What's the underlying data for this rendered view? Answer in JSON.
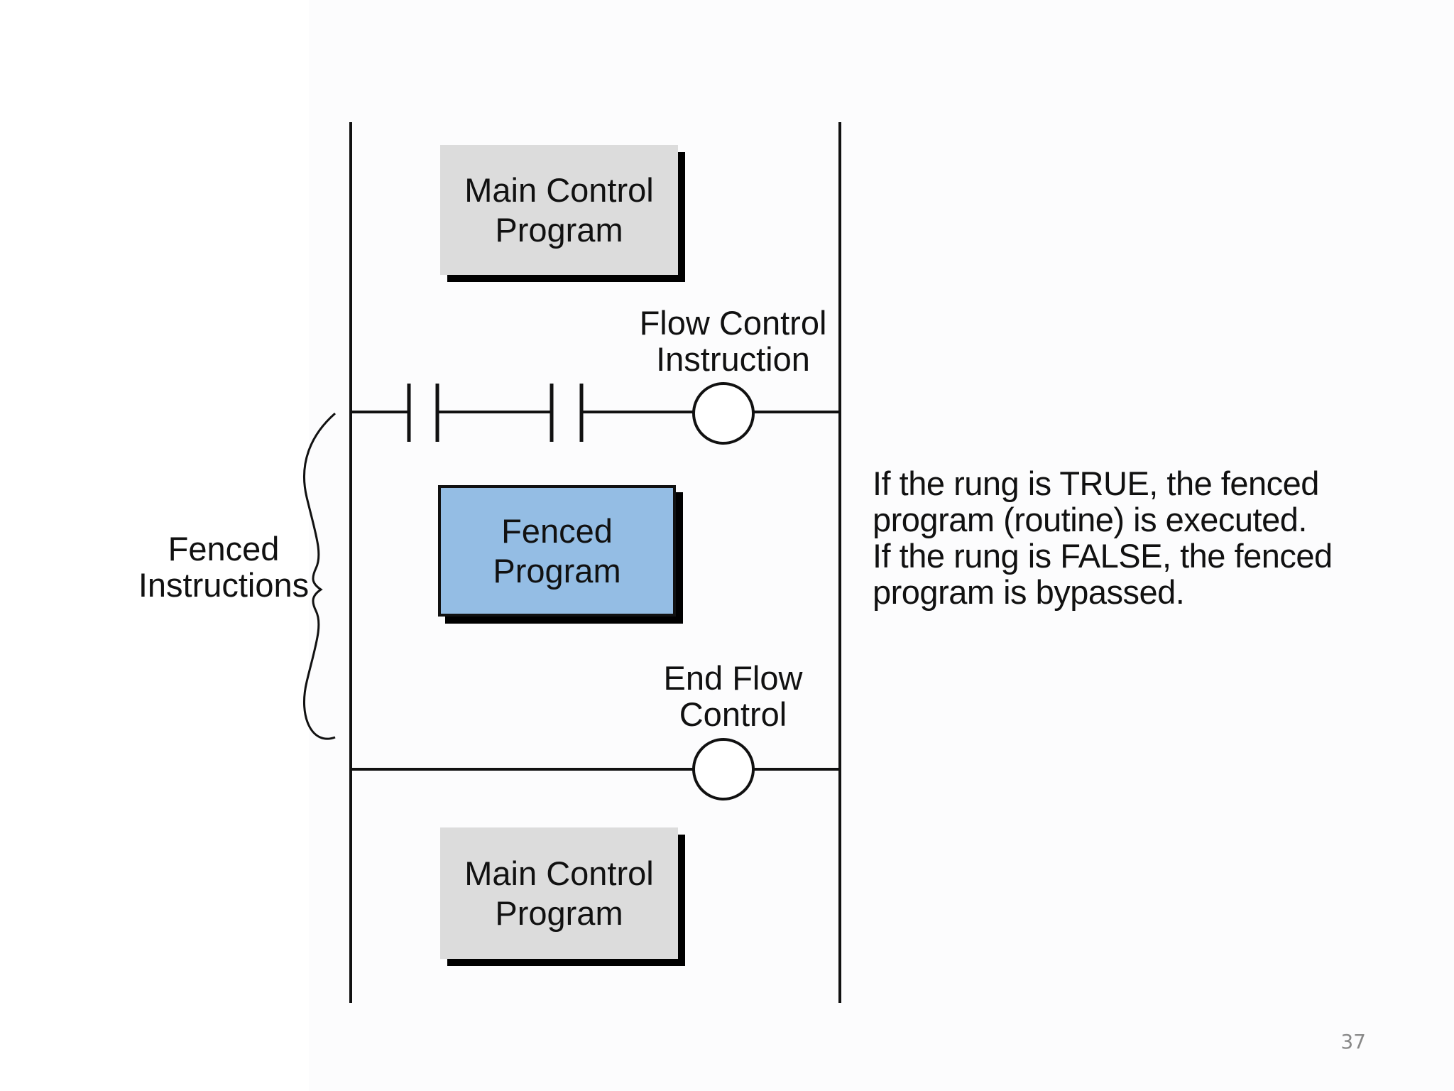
{
  "diagram": {
    "top_block": {
      "label": "Main Control\nProgram"
    },
    "flow_control_label": "Flow Control\nInstruction",
    "fenced_block": {
      "label": "Fenced\nProgram"
    },
    "end_flow_label": "End Flow\nControl",
    "bottom_block": {
      "label": "Main Control\nProgram"
    },
    "fenced_instructions_label": "Fenced\nInstructions",
    "note": "If the rung is TRUE, the fenced\nprogram (routine) is executed.\nIf the rung is FALSE, the fenced\nprogram is bypassed."
  },
  "colors": {
    "grey_block": "#dcdcdc",
    "fenced_block": "#94bde4",
    "line": "#111111"
  },
  "page_number": "37"
}
